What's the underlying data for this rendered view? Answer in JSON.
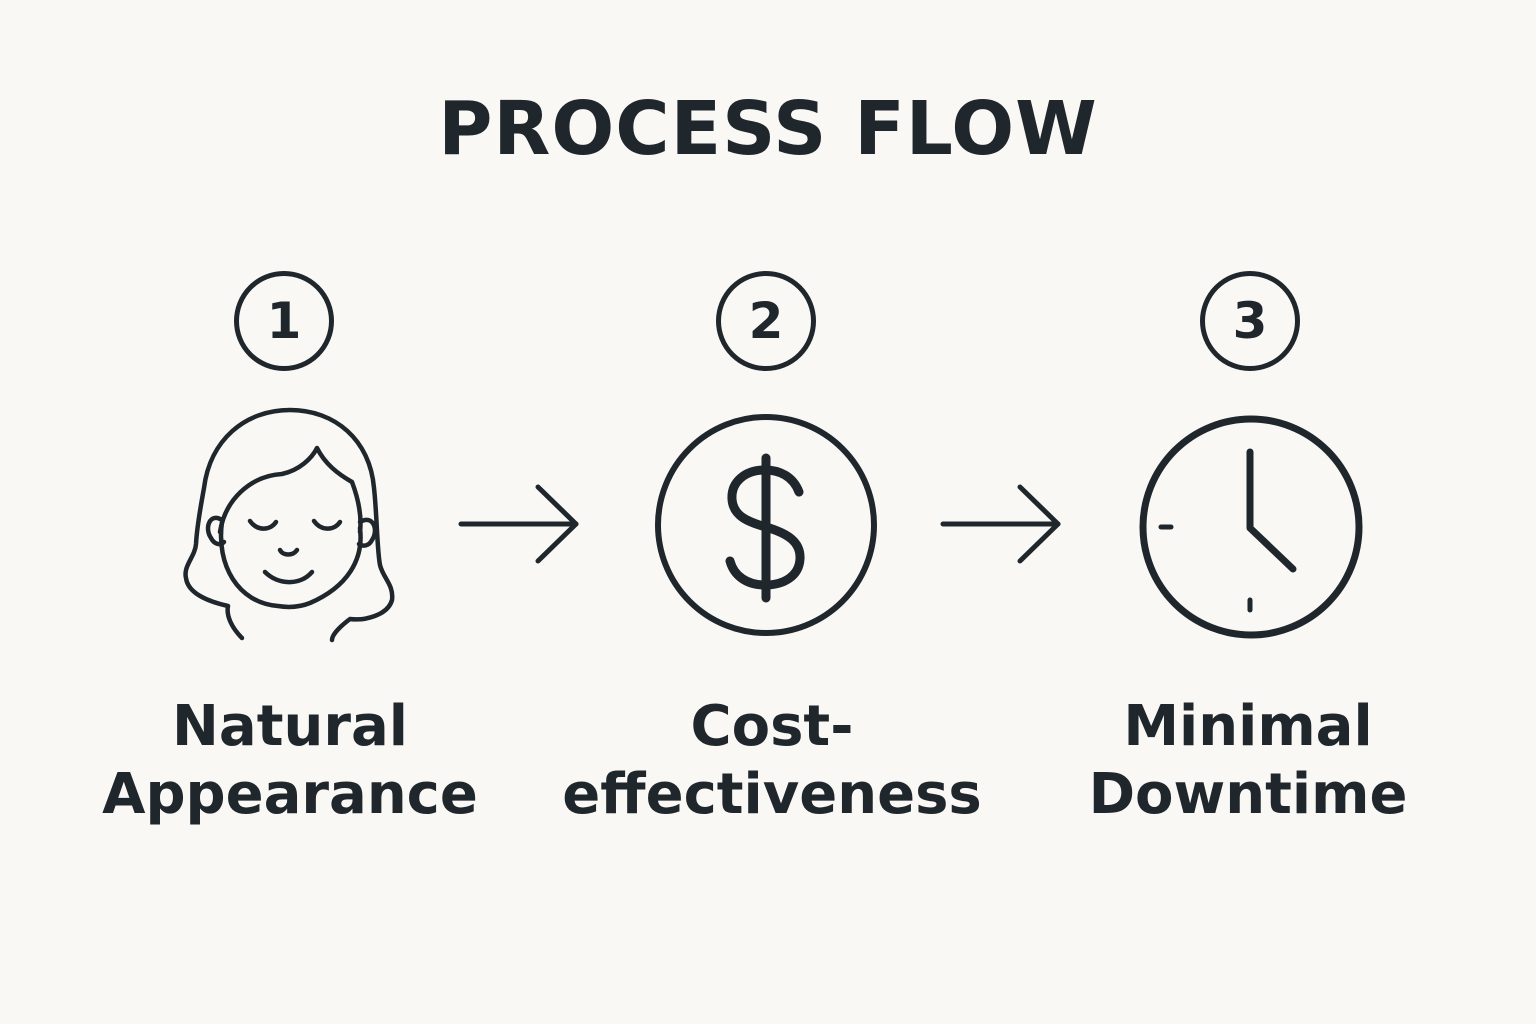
{
  "title": "PROCESS FLOW",
  "steps": [
    {
      "number": "1",
      "label_line1": "Natural",
      "label_line2": "Appearance",
      "icon": "woman-face-icon"
    },
    {
      "number": "2",
      "label_line1": "Cost-",
      "label_line2": "effectiveness",
      "icon": "dollar-circle-icon"
    },
    {
      "number": "3",
      "label_line1": "Minimal",
      "label_line2": "Downtime",
      "icon": "clock-icon"
    }
  ],
  "colors": {
    "background": "#f9f8f4",
    "ink": "#1f262c"
  }
}
